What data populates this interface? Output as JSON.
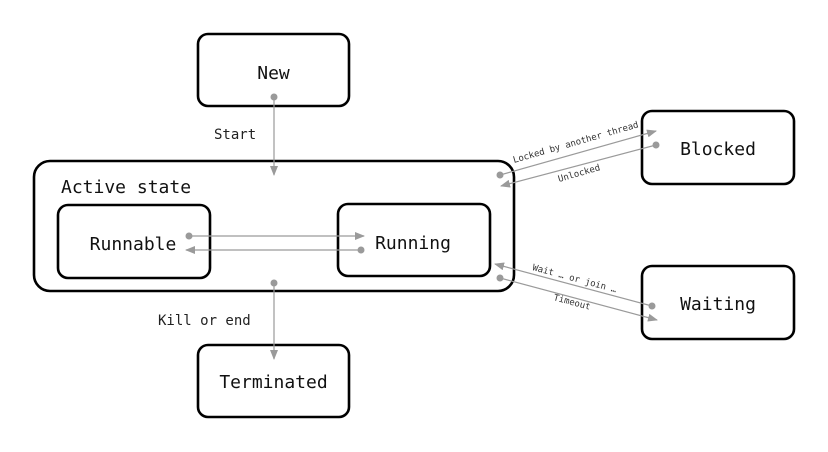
{
  "states": {
    "new": "New",
    "active": "Active state",
    "runnable": "Runnable",
    "running": "Running",
    "blocked": "Blocked",
    "waiting": "Waiting",
    "terminated": "Terminated"
  },
  "transitions": {
    "start": "Start",
    "kill_or_end": "Kill or end",
    "locked": "Locked by another thread",
    "unlocked": "Unlocked",
    "wait_or_join": "Wait … or join …",
    "timeout": "Timeout"
  },
  "colors": {
    "edge": "#9a9a9a",
    "border": "#000000"
  }
}
